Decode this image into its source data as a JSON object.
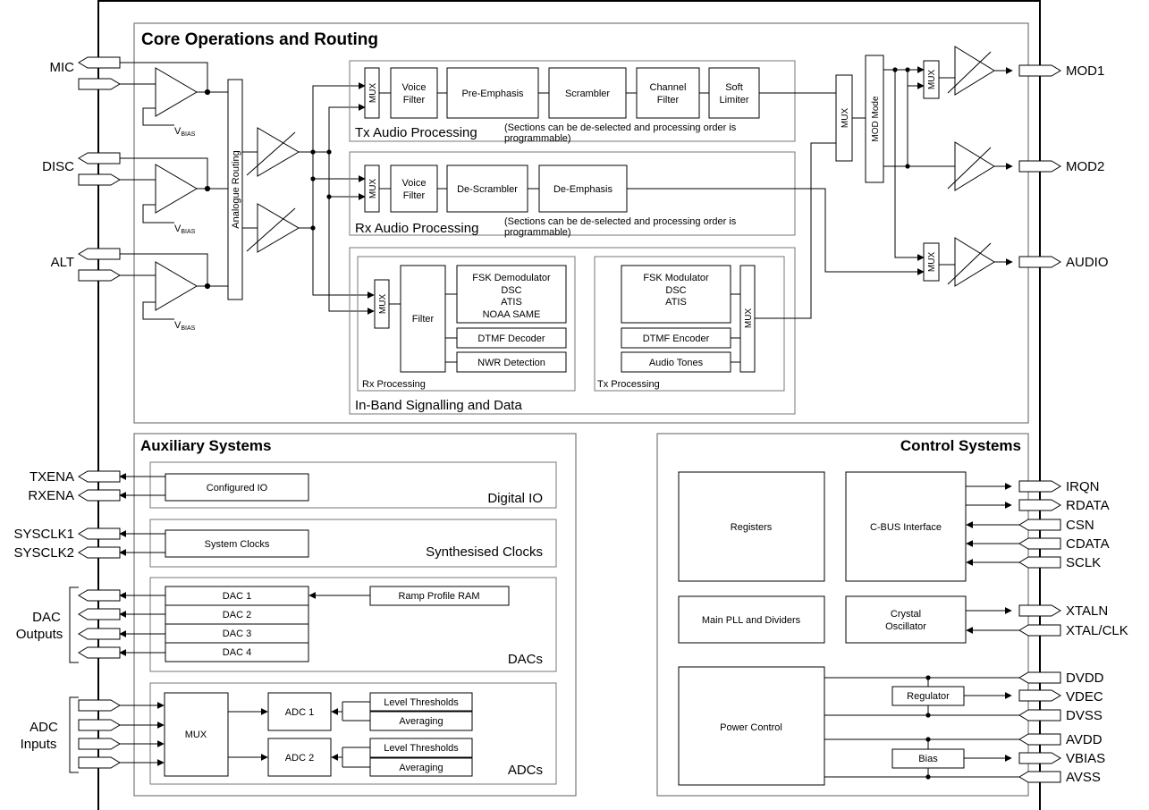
{
  "sections": {
    "core": "Core Operations and Routing",
    "aux": "Auxiliary Systems",
    "control": "Control Systems"
  },
  "tx_audio": {
    "title": "Tx Audio Processing",
    "note_line1": "(Sections can be de-selected and processing order is",
    "note_line2": "programmable)",
    "mux": "MUX",
    "voice_filter_1": "Voice",
    "voice_filter_2": "Filter",
    "pre_emphasis": "Pre-Emphasis",
    "scrambler": "Scrambler",
    "channel_filter_1": "Channel",
    "channel_filter_2": "Filter",
    "soft_limiter_1": "Soft",
    "soft_limiter_2": "Limiter"
  },
  "rx_audio": {
    "title": "Rx Audio Processing",
    "note_line1": "(Sections can be de-selected and processing order is",
    "note_line2": "programmable)",
    "mux": "MUX",
    "voice_filter_1": "Voice",
    "voice_filter_2": "Filter",
    "de_scrambler": "De-Scrambler",
    "de_emphasis": "De-Emphasis"
  },
  "inband": {
    "title": "In-Band Signalling and Data",
    "rx_processing": "Rx Processing",
    "tx_processing": "Tx Processing",
    "rx_mux": "MUX",
    "filter": "Filter",
    "fsk_demod_lines": [
      "FSK Demodulator",
      "DSC",
      "ATIS",
      "NOAA SAME"
    ],
    "dtmf_decoder": "DTMF Decoder",
    "nwr_detection": "NWR Detection",
    "fsk_mod_lines": [
      "FSK Modulator",
      "DSC",
      "ATIS"
    ],
    "dtmf_encoder": "DTMF Encoder",
    "audio_tones": "Audio Tones",
    "tx_mux": "MUX"
  },
  "analogue_routing": "Analogue Routing",
  "vbias": {
    "v": "V",
    "sub": "BIAS"
  },
  "mod_mode": "MOD Mode",
  "out_mux": "MUX",
  "pins_left": {
    "mic": "MIC",
    "disc": "DISC",
    "alt": "ALT",
    "txena": "TXENA",
    "rxena": "RXENA",
    "sysclk1": "SYSCLK1",
    "sysclk2": "SYSCLK2",
    "dac_outputs_1": "DAC",
    "dac_outputs_2": "Outputs",
    "adc_inputs_1": "ADC",
    "adc_inputs_2": "Inputs"
  },
  "pins_right": {
    "mod1": "MOD1",
    "mod2": "MOD2",
    "audio": "AUDIO",
    "irqn": "IRQN",
    "rdata": "RDATA",
    "csn": "CSN",
    "cdata": "CDATA",
    "sclk": "SCLK",
    "xtaln": "XTALN",
    "xtal_clk": "XTAL/CLK",
    "dvdd": "DVDD",
    "vdec": "VDEC",
    "dvss": "DVSS",
    "avdd": "AVDD",
    "vbias": "VBIAS",
    "avss": "AVSS"
  },
  "aux": {
    "digital_io": "Digital IO",
    "configured_io": "Configured IO",
    "synth_clocks": "Synthesised Clocks",
    "system_clocks": "System Clocks",
    "dacs": "DACs",
    "dac1": "DAC 1",
    "dac2": "DAC 2",
    "dac3": "DAC 3",
    "dac4": "DAC 4",
    "ramp_ram": "Ramp Profile RAM",
    "adcs": "ADCs",
    "adc_mux": "MUX",
    "adc1": "ADC 1",
    "adc2": "ADC 2",
    "level_thresholds_1": "Level Thresholds",
    "averaging_1": "Averaging",
    "level_thresholds_2": "Level Thresholds",
    "averaging_2": "Averaging"
  },
  "control": {
    "registers": "Registers",
    "cbus": "C-BUS Interface",
    "main_pll": "Main PLL and Dividers",
    "crystal_1": "Crystal",
    "crystal_2": "Oscillator",
    "power_control": "Power Control",
    "regulator": "Regulator",
    "bias": "Bias"
  }
}
